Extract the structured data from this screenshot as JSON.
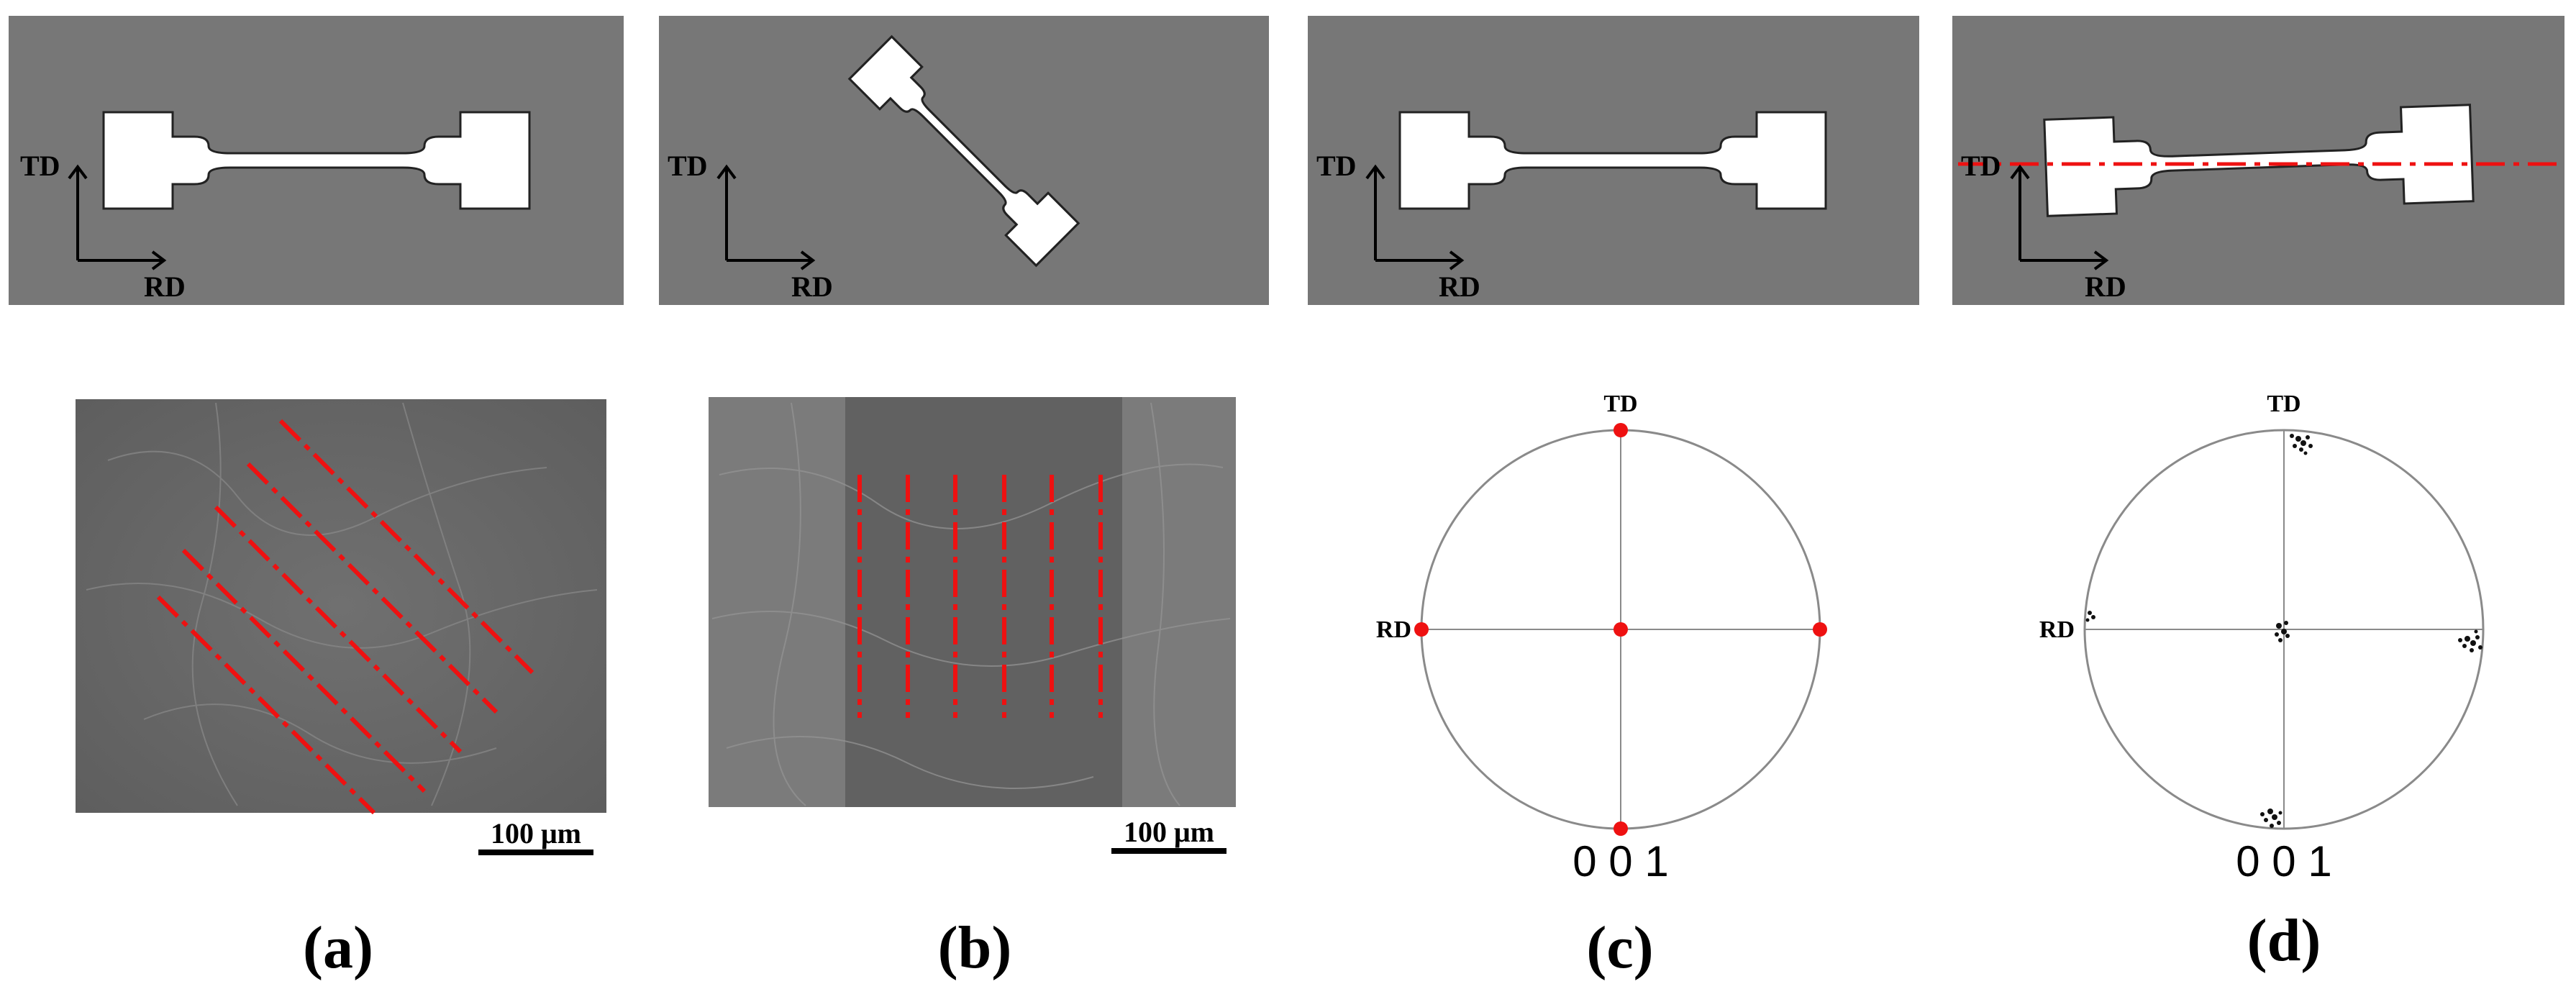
{
  "axes": {
    "td": "TD",
    "rd": "RD"
  },
  "scale_bar": {
    "label": "100 μm"
  },
  "pole_figure": {
    "miller_index": "0 0 1",
    "td": "TD",
    "rd": "RD"
  },
  "panels": [
    {
      "label": "(a)",
      "specimen_rotation_deg": 0
    },
    {
      "label": "(b)",
      "specimen_rotation_deg": 45
    },
    {
      "label": "(c)",
      "specimen_rotation_deg": 0
    },
    {
      "label": "(d)",
      "specimen_rotation_deg": -2
    }
  ],
  "colors": {
    "panel_background": "#777777",
    "specimen": "#ffffff",
    "marker": "#ee1111",
    "sem_gray": "#6e6e6e"
  }
}
